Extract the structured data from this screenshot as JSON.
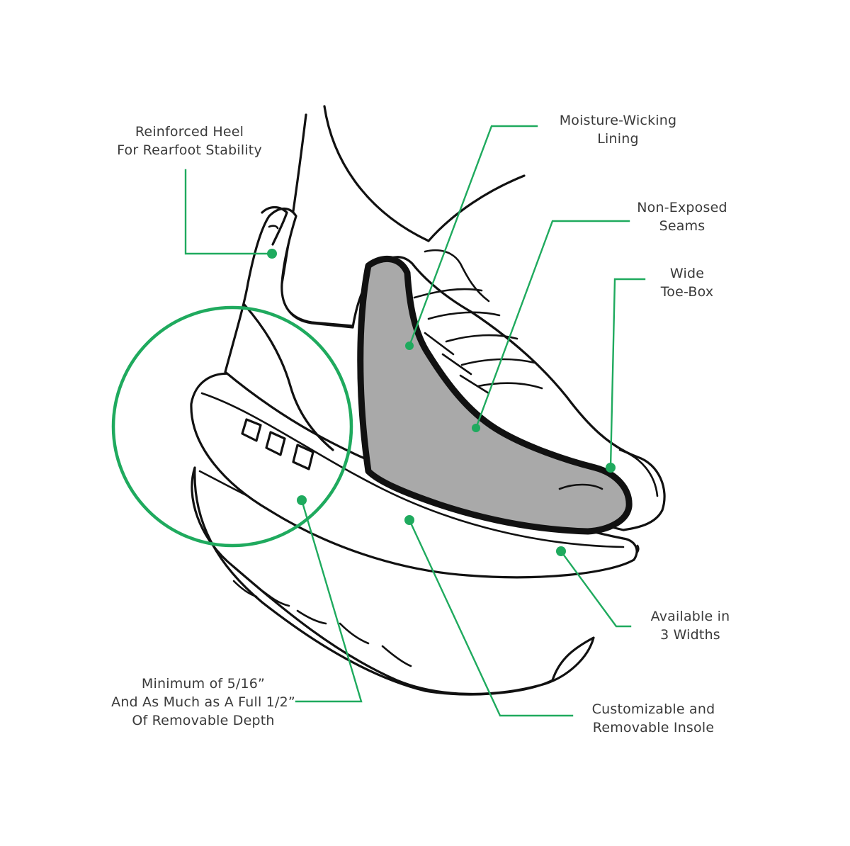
{
  "accent_color": "#1faa5e",
  "ink_color": "#111111",
  "insole_color": "#a9a9a9",
  "callouts": {
    "heel": {
      "line1": "Reinforced Heel",
      "line2": "For Rearfoot Stability"
    },
    "lining": {
      "line1": "Moisture-Wicking",
      "line2": "Lining"
    },
    "seams": {
      "line1": "Non-Exposed",
      "line2": "Seams"
    },
    "toebox": {
      "line1": "Wide",
      "line2": "Toe-Box"
    },
    "widths": {
      "line1": "Available in",
      "line2": "3 Widths"
    },
    "depth": {
      "line1": "Minimum of 5/16”",
      "line2": "And As Much as A Full 1/2”",
      "line3": "Of Removable Depth"
    },
    "insole": {
      "line1": "Customizable and",
      "line2": "Removable Insole"
    }
  }
}
